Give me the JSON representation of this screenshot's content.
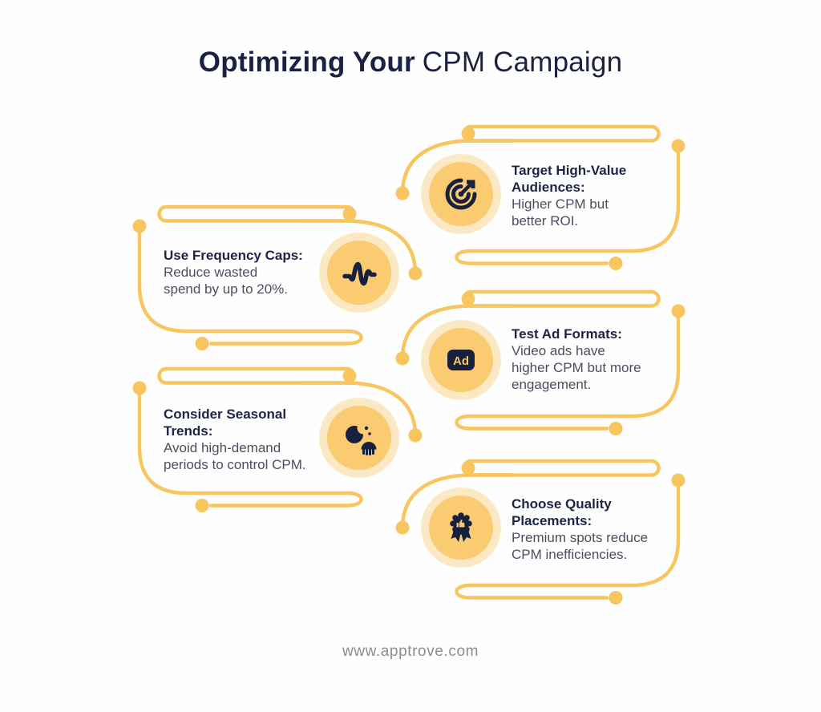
{
  "title": {
    "bold": "Optimizing Your",
    "regular": "CPM Campaign"
  },
  "items": [
    {
      "icon": "target-icon",
      "heading": "Target High-Value\nAudiences:",
      "body": "Higher CPM but\nbetter ROI."
    },
    {
      "icon": "pulse-icon",
      "heading": "Use Frequency Caps:",
      "body": "Reduce wasted\nspend by up to 20%."
    },
    {
      "icon": "ad-icon",
      "icon_label": "Ad",
      "heading": "Test Ad Formats:",
      "body": "Video ads have\nhigher CPM but more\nengagement."
    },
    {
      "icon": "seasonal-icon",
      "heading": "Consider Seasonal\nTrends:",
      "body": "Avoid high-demand\nperiods to control CPM."
    },
    {
      "icon": "award-icon",
      "heading": "Choose Quality\nPlacements:",
      "body": "Premium spots reduce\nCPM inefficiencies."
    }
  ],
  "footer": {
    "url": "www.apptrove.com"
  },
  "colors": {
    "accent_yellow": "#F8C55F",
    "icon_circle": "#FACB70",
    "icon_halo": "#FBE9C4",
    "heading_navy": "#1D2445",
    "body_gray": "#4A4F60",
    "title_navy": "#1B2142",
    "footer_gray": "#8C8C92",
    "icon_glyph_navy": "#17203C"
  }
}
